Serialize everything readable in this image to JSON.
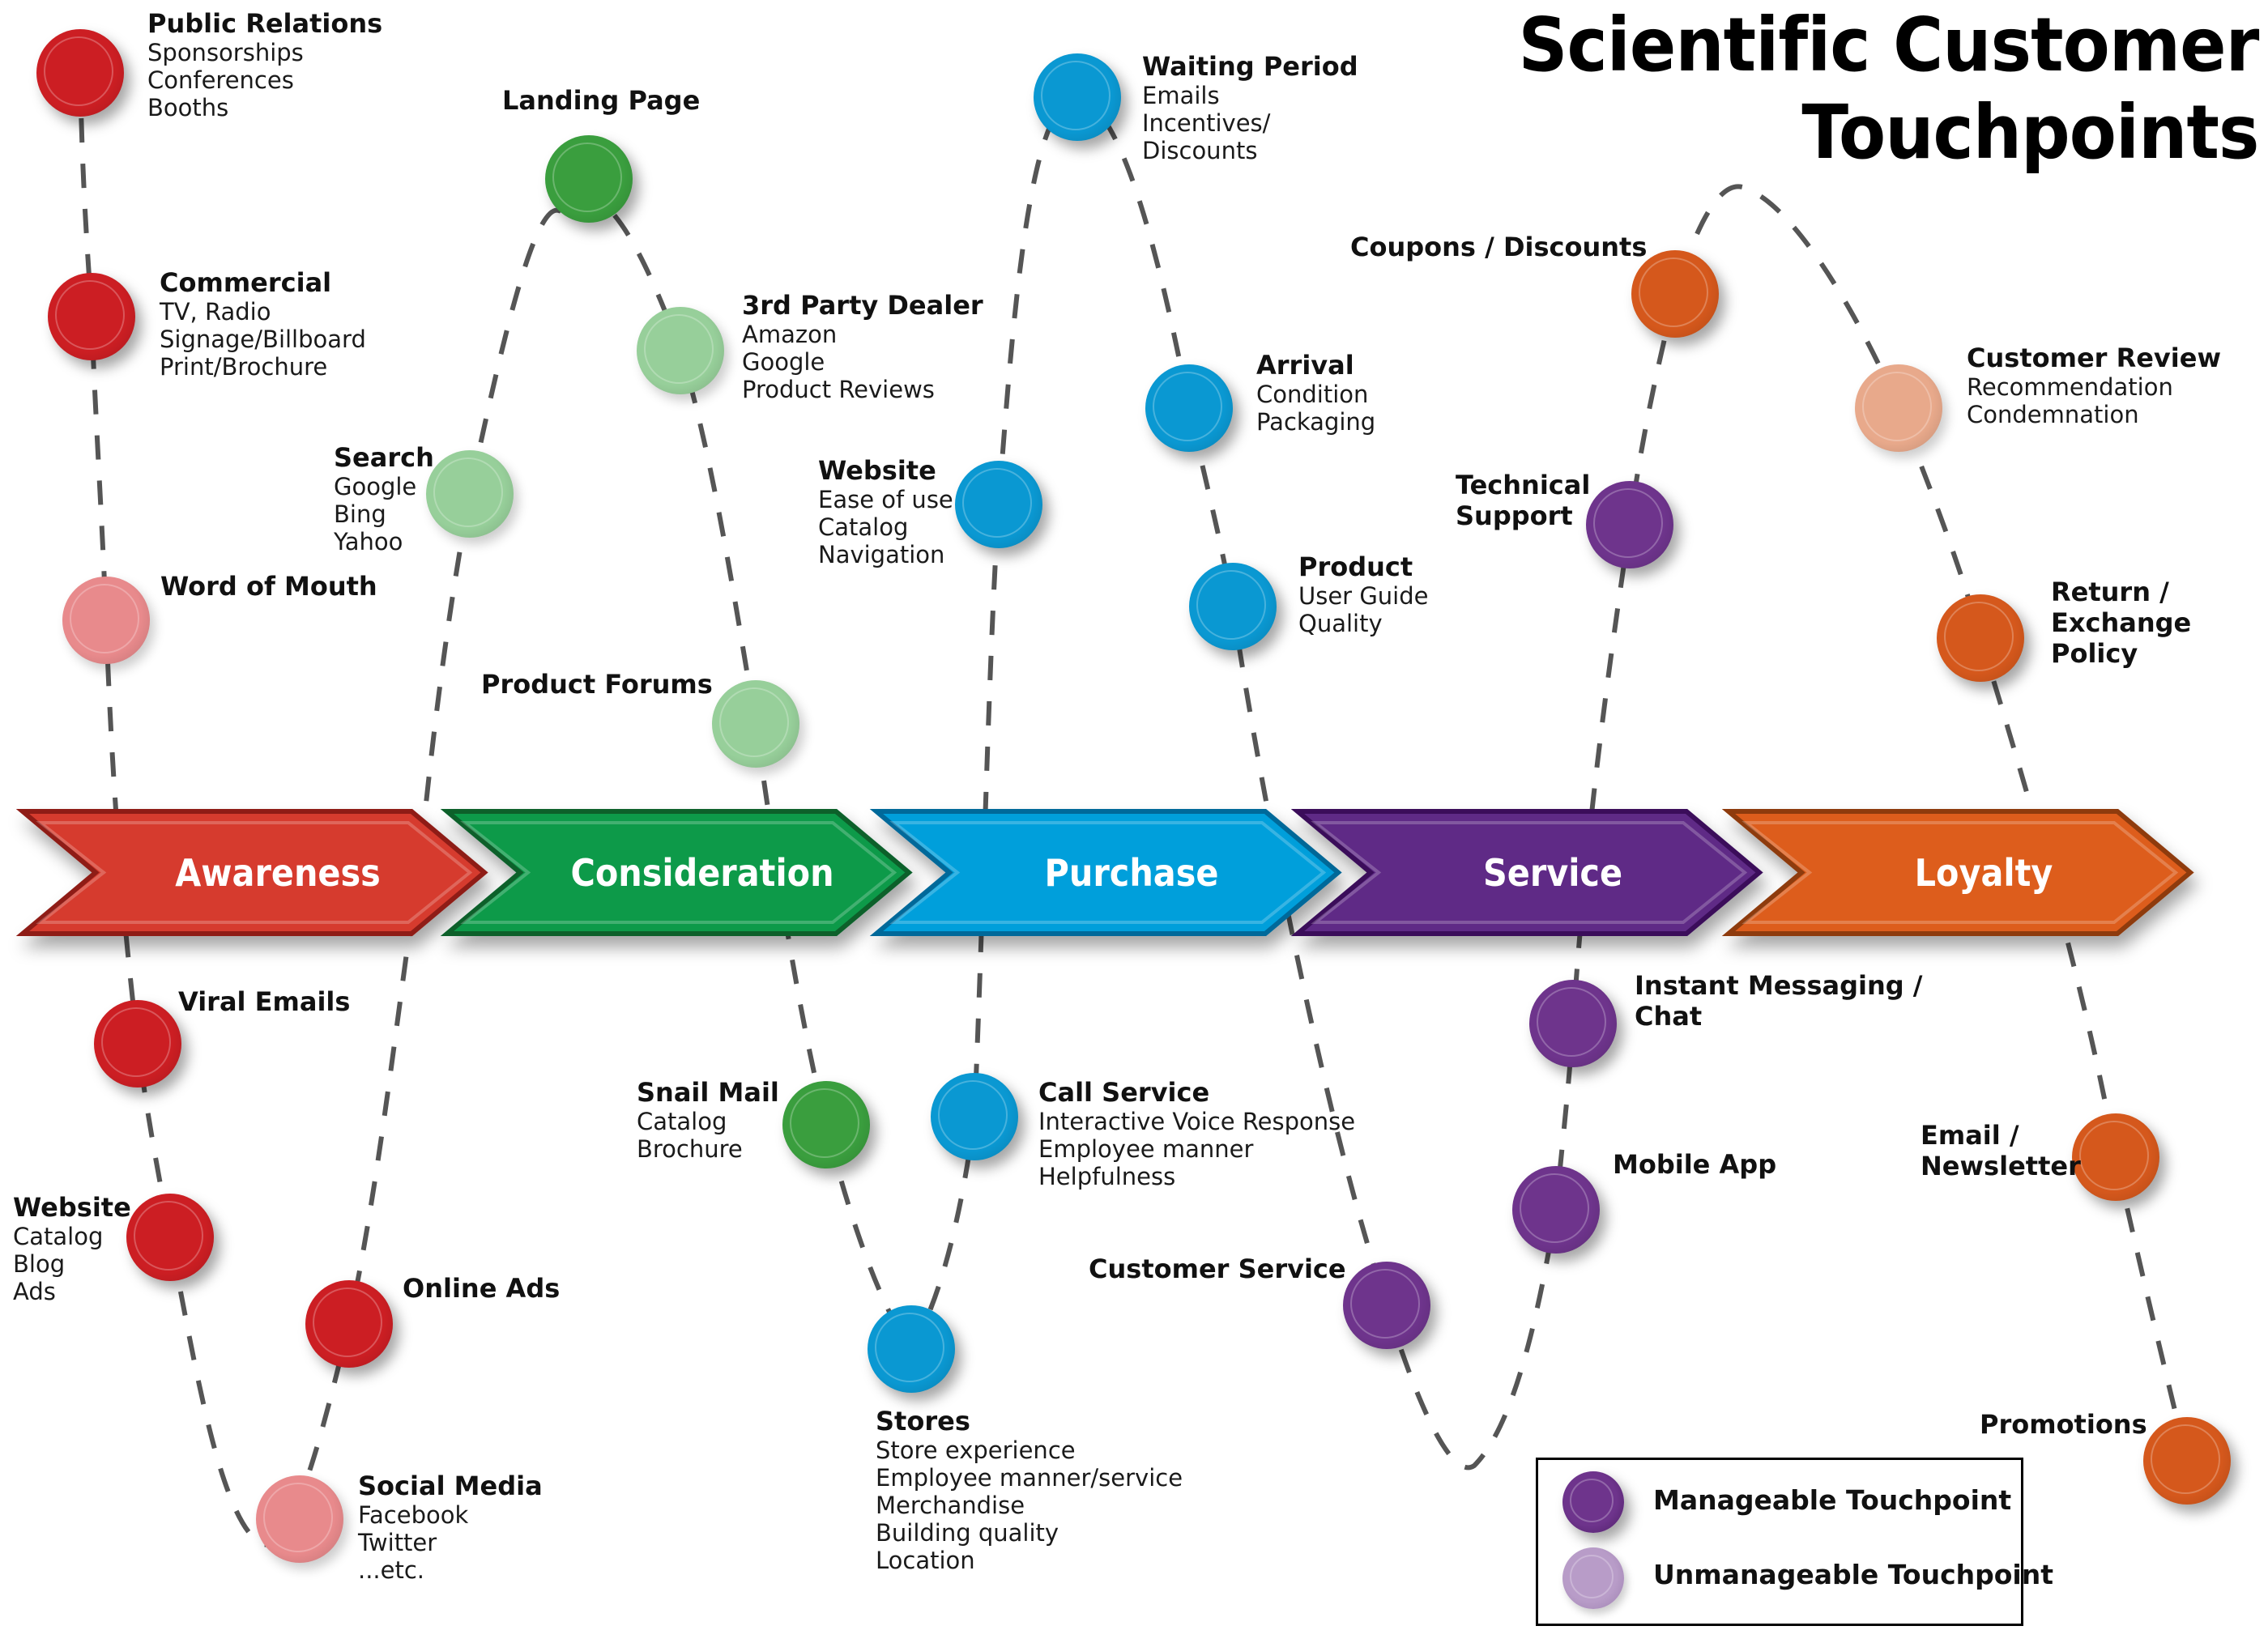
{
  "title": {
    "line1": "Scientific Customer",
    "line2": "Touchpoints"
  },
  "colors": {
    "awareness": "#d63a2f",
    "awareness_node": "#cc1e23",
    "awareness_light": "#e88a8c",
    "consideration": "#0e9a4a",
    "consideration_node": "#3a9e3e",
    "consideration_light": "#97cf9a",
    "purchase": "#059fdb",
    "purchase_node": "#0a98d2",
    "service": "#5e2a86",
    "service_node": "#6e348c",
    "service_light": "#b89cc8",
    "loyalty": "#dd5d1f",
    "loyalty_node": "#d5581c",
    "loyalty_light": "#e8a98b",
    "path": "#555555"
  },
  "stages": [
    {
      "label": "Awareness",
      "color_key": "awareness"
    },
    {
      "label": "Consideration",
      "color_key": "consideration"
    },
    {
      "label": "Purchase",
      "color_key": "purchase"
    },
    {
      "label": "Service",
      "color_key": "service"
    },
    {
      "label": "Loyalty",
      "color_key": "loyalty"
    }
  ],
  "touchpoints": [
    {
      "id": "public-relations",
      "stage": "Awareness",
      "manageable": true,
      "title": "Public Relations",
      "details": [
        "Sponsorships",
        "Conferences",
        "Booths"
      ]
    },
    {
      "id": "commercial",
      "stage": "Awareness",
      "manageable": true,
      "title": "Commercial",
      "details": [
        "TV, Radio",
        "Signage/Billboard",
        "Print/Brochure"
      ]
    },
    {
      "id": "word-of-mouth",
      "stage": "Awareness",
      "manageable": false,
      "title": "Word of Mouth",
      "details": []
    },
    {
      "id": "viral-emails",
      "stage": "Awareness",
      "manageable": true,
      "title": "Viral Emails",
      "details": []
    },
    {
      "id": "website-awareness",
      "stage": "Awareness",
      "manageable": true,
      "title": "Website",
      "details": [
        "Catalog",
        "Blog",
        "Ads"
      ]
    },
    {
      "id": "social-media",
      "stage": "Awareness",
      "manageable": false,
      "title": "Social Media",
      "details": [
        "Facebook",
        "Twitter",
        "...etc."
      ]
    },
    {
      "id": "online-ads",
      "stage": "Awareness",
      "manageable": true,
      "title": "Online Ads",
      "details": []
    },
    {
      "id": "search",
      "stage": "Consideration",
      "manageable": false,
      "title": "Search",
      "details": [
        "Google",
        "Bing",
        "Yahoo"
      ]
    },
    {
      "id": "landing-page",
      "stage": "Consideration",
      "manageable": true,
      "title": "Landing Page",
      "details": []
    },
    {
      "id": "third-party-dealer",
      "stage": "Consideration",
      "manageable": false,
      "title": "3rd Party Dealer",
      "details": [
        "Amazon",
        "Google",
        "Product Reviews"
      ]
    },
    {
      "id": "product-forums",
      "stage": "Consideration",
      "manageable": false,
      "title": "Product Forums",
      "details": []
    },
    {
      "id": "snail-mail",
      "stage": "Consideration",
      "manageable": true,
      "title": "Snail Mail",
      "details": [
        "Catalog",
        "Brochure"
      ]
    },
    {
      "id": "stores",
      "stage": "Purchase",
      "manageable": true,
      "title": "Stores",
      "details": [
        "Store experience",
        "Employee manner/service",
        "Merchandise",
        "Building quality",
        "Location"
      ]
    },
    {
      "id": "call-service",
      "stage": "Purchase",
      "manageable": true,
      "title": "Call Service",
      "details": [
        "Interactive Voice Response",
        "Employee manner",
        "Helpfulness"
      ]
    },
    {
      "id": "website-purchase",
      "stage": "Purchase",
      "manageable": true,
      "title": "Website",
      "details": [
        "Ease of use",
        "Catalog",
        "Navigation"
      ]
    },
    {
      "id": "waiting-period",
      "stage": "Purchase",
      "manageable": true,
      "title": "Waiting Period",
      "details": [
        "Emails",
        "Incentives/",
        "Discounts"
      ]
    },
    {
      "id": "arrival",
      "stage": "Purchase",
      "manageable": true,
      "title": "Arrival",
      "details": [
        "Condition",
        "Packaging"
      ]
    },
    {
      "id": "product",
      "stage": "Purchase",
      "manageable": true,
      "title": "Product",
      "details": [
        "User Guide",
        "Quality"
      ]
    },
    {
      "id": "customer-service",
      "stage": "Service",
      "manageable": true,
      "title": "Customer Service",
      "details": []
    },
    {
      "id": "mobile-app",
      "stage": "Service",
      "manageable": true,
      "title": "Mobile App",
      "details": []
    },
    {
      "id": "instant-messaging",
      "stage": "Service",
      "manageable": true,
      "title": "Instant Messaging /",
      "title2": "Chat",
      "details": []
    },
    {
      "id": "technical-support",
      "stage": "Service",
      "manageable": true,
      "title": "Technical",
      "title2": "Support",
      "details": []
    },
    {
      "id": "coupons-discounts",
      "stage": "Loyalty",
      "manageable": true,
      "title": "Coupons / Discounts",
      "details": []
    },
    {
      "id": "customer-review",
      "stage": "Loyalty",
      "manageable": false,
      "title": "Customer Review",
      "details": [
        "Recommendation",
        "Condemnation"
      ]
    },
    {
      "id": "return-exchange",
      "stage": "Loyalty",
      "manageable": true,
      "title": "Return /",
      "title2": "Exchange",
      "title3": "Policy",
      "details": []
    },
    {
      "id": "email-newsletter",
      "stage": "Loyalty",
      "manageable": true,
      "title": "Email /",
      "title2": "Newsletter",
      "details": []
    },
    {
      "id": "promotions",
      "stage": "Loyalty",
      "manageable": true,
      "title": "Promotions",
      "details": []
    }
  ],
  "legend": {
    "manageable": "Manageable Touchpoint",
    "unmanageable": "Unmanageable Touchpoint"
  }
}
